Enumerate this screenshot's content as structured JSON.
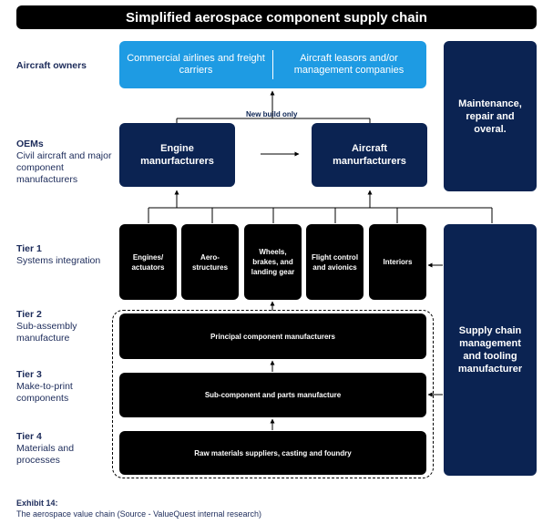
{
  "title": "Simplified aerospace component supply chain",
  "row_labels": {
    "owners": {
      "head": "Aircraft owners",
      "sub": ""
    },
    "oems": {
      "head": "OEMs",
      "sub": "Civil aircraft and major component manufacturers"
    },
    "tier1": {
      "head": "Tier 1",
      "sub": "Systems integration"
    },
    "tier2": {
      "head": "Tier 2",
      "sub": "Sub-assembly manufacture"
    },
    "tier3": {
      "head": "Tier 3",
      "sub": "Make-to-print components"
    },
    "tier4": {
      "head": "Tier 4",
      "sub": "Materials and processes"
    }
  },
  "owners_box": {
    "left": "Commercial airlines and freight carriers",
    "right": "Aircraft leasors and/or management companies"
  },
  "new_build_label": "New build only",
  "oem_boxes": {
    "engine": "Engine manurfacturers",
    "aircraft": "Aircraft manurfacturers"
  },
  "tier1_boxes": [
    "Engines/ actuators",
    "Aero- structures",
    "Wheels, brakes, and landing gear",
    "Flight control and avionics",
    "Interiors"
  ],
  "tier2_box": "Principal component manufacturers",
  "tier3_box": "Sub-component and parts manufacture",
  "tier4_box": "Raw materials suppliers, casting and foundry",
  "side_boxes": {
    "mro": "Maintenance, repair and overal.",
    "supply": "Supply chain management and tooling manufacturer"
  },
  "caption": {
    "title": "Exhibit 14:",
    "text": "The aerospace value chain (Source - ValueQuest internal research)"
  },
  "colors": {
    "navy": "#0b2352",
    "light_blue": "#1e9be3",
    "black": "#000000"
  }
}
